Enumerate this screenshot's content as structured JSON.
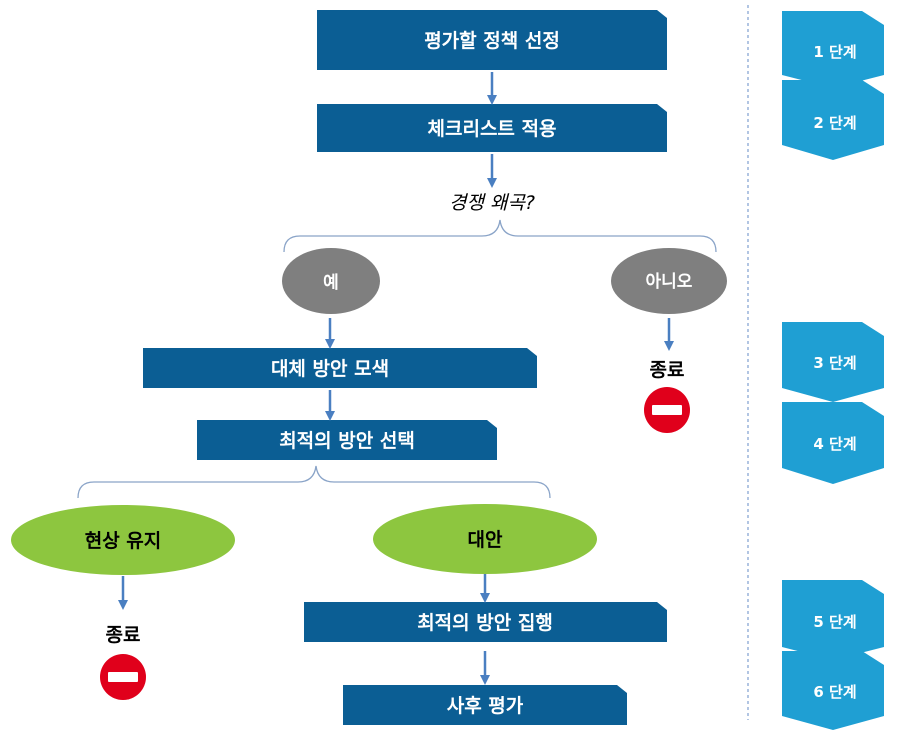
{
  "colors": {
    "box": "#0b5e94",
    "stage": "#1f9fd3",
    "gray_oval": "#7f7f7f",
    "green_oval": "#8dc63f",
    "arrow": "#4a7fc1",
    "brace": "#8aa4c8",
    "stop": "#e0001b"
  },
  "steps": [
    "평가할 정책 선정",
    "체크리스트 적용",
    "대체 방안 모색",
    "최적의 방안 선택",
    "최적의 방안 집행",
    "사후 평가"
  ],
  "question": "경쟁 왜곡?",
  "decision1": {
    "yes": "예",
    "no": "아니오"
  },
  "decision2": {
    "keep": "현상 유지",
    "alt": "대안"
  },
  "end_label": "종료",
  "stop_icon": "no-entry-icon",
  "stages": [
    "1 단계",
    "2 단계",
    "3 단계",
    "4 단계",
    "5 단계",
    "6 단계"
  ]
}
